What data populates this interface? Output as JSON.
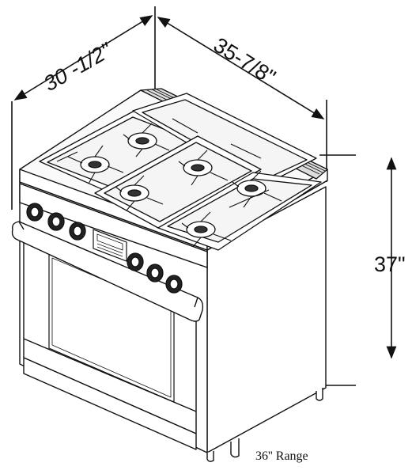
{
  "dimensions": {
    "depth": "30 -1/2\"",
    "width": "35-7/8\"",
    "height": "37\""
  },
  "caption": "36'' Range"
}
